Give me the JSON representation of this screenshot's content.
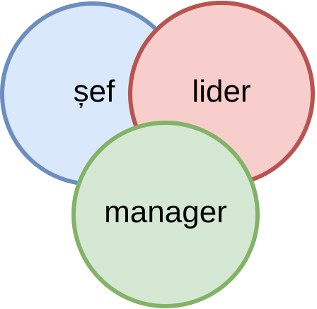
{
  "diagram": {
    "nodes": [
      {
        "id": "sef",
        "label": "șef",
        "fill": "#dae8fc",
        "stroke": "#6c8ebf"
      },
      {
        "id": "lider",
        "label": "lider",
        "fill": "#f8cecc",
        "stroke": "#b85450"
      },
      {
        "id": "manager",
        "label": "manager",
        "fill": "#d5e8d4",
        "stroke": "#82b366"
      }
    ]
  }
}
